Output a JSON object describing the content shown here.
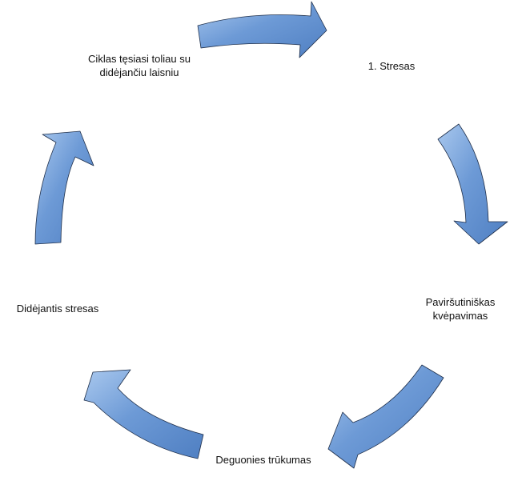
{
  "diagram": {
    "type": "cycle",
    "arrow_color": "#6d9ad6",
    "arrow_highlight": "#a9c8ee",
    "arrow_shade": "#4f7fc2",
    "arrow_outline": "#1f2f4a",
    "steps": [
      {
        "id": "stress",
        "lines": [
          "1. Stresas"
        ]
      },
      {
        "id": "shallow-breathing",
        "lines": [
          "Paviršutiniškas",
          "kvėpavimas"
        ]
      },
      {
        "id": "oxygen-deficit",
        "lines": [
          "Deguonies trūkumas"
        ]
      },
      {
        "id": "increasing-stress",
        "lines": [
          "Didėjantis stresas"
        ]
      },
      {
        "id": "cycle-continues",
        "lines": [
          "Ciklas tęsiasi toliau su",
          "didėjančiu laisniu"
        ]
      }
    ]
  }
}
